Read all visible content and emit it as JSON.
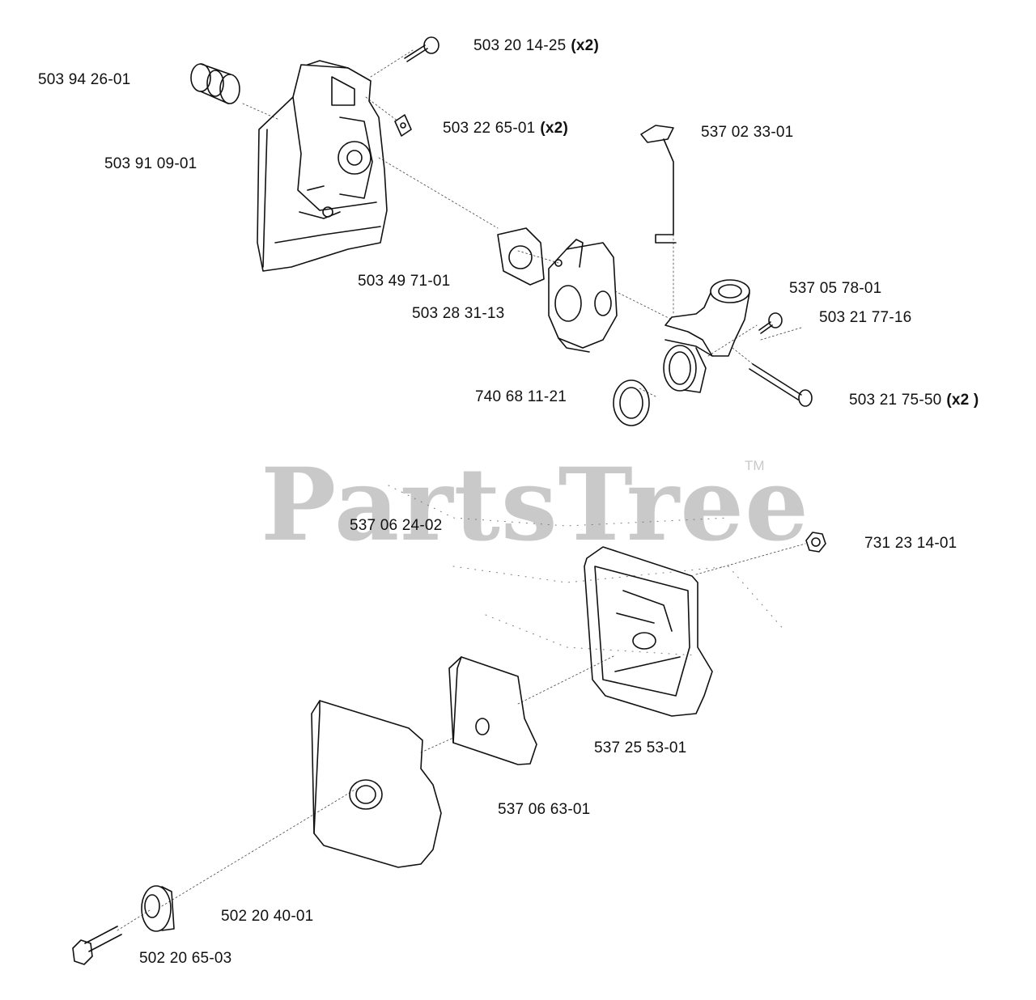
{
  "watermark": {
    "brand": "PartsTree",
    "trademark": "TM"
  },
  "parts": {
    "screw_top": {
      "number": "503 20 14-25",
      "qty": "(x2)"
    },
    "bushing": {
      "number": "503 94 26-01",
      "qty": ""
    },
    "washer_plate": {
      "number": "503 22 65-01",
      "qty": "(x2)"
    },
    "choke_knob": {
      "number": "537 02 33-01",
      "qty": ""
    },
    "housing": {
      "number": "503 91 09-01",
      "qty": ""
    },
    "gasket": {
      "number": "503 49 71-01",
      "qty": ""
    },
    "carburetor": {
      "number": "503 28 31-13",
      "qty": ""
    },
    "intake_elbow": {
      "number": "537 05 78-01",
      "qty": ""
    },
    "screw_small": {
      "number": "503 21 77-16",
      "qty": ""
    },
    "ring_seal": {
      "number": "740 68 11-21",
      "qty": ""
    },
    "long_screw": {
      "number": "503 21 75-50",
      "qty": "(x2 )"
    },
    "filter_cover_assy": {
      "number": "537 06 24-02",
      "qty": ""
    },
    "nut": {
      "number": "731 23 14-01",
      "qty": ""
    },
    "filter_holder": {
      "number": "537 25 53-01",
      "qty": ""
    },
    "filter_element": {
      "number": "537 06 63-01",
      "qty": ""
    },
    "knob": {
      "number": "502 20 40-01",
      "qty": ""
    },
    "bolt": {
      "number": "502 20 65-03",
      "qty": ""
    }
  }
}
